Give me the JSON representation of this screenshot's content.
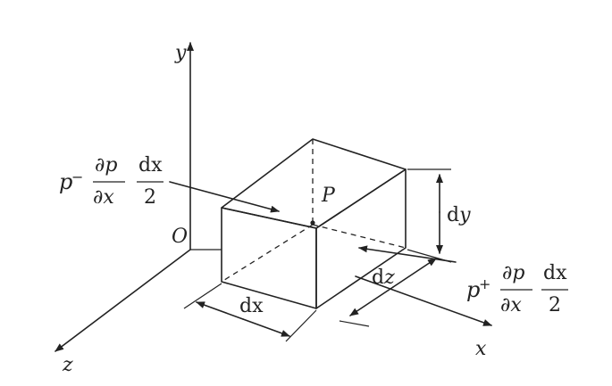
{
  "axes": {
    "x_label": "x",
    "y_label": "y",
    "z_label": "z",
    "origin_label": "O"
  },
  "point_label": "P",
  "dimensions": {
    "dx": "dx",
    "dy_d": "d",
    "dy_var": "y",
    "dz_d": "d",
    "dz_var": "z"
  },
  "left_pressure": {
    "p": "p",
    "sign": "−",
    "num": "∂p",
    "den": "∂x",
    "frac_num": "dx",
    "frac_den": "2"
  },
  "right_pressure": {
    "p": "p",
    "sign": "+",
    "num": "∂p",
    "den": "∂x",
    "frac_num": "dx",
    "frac_den": "2"
  }
}
